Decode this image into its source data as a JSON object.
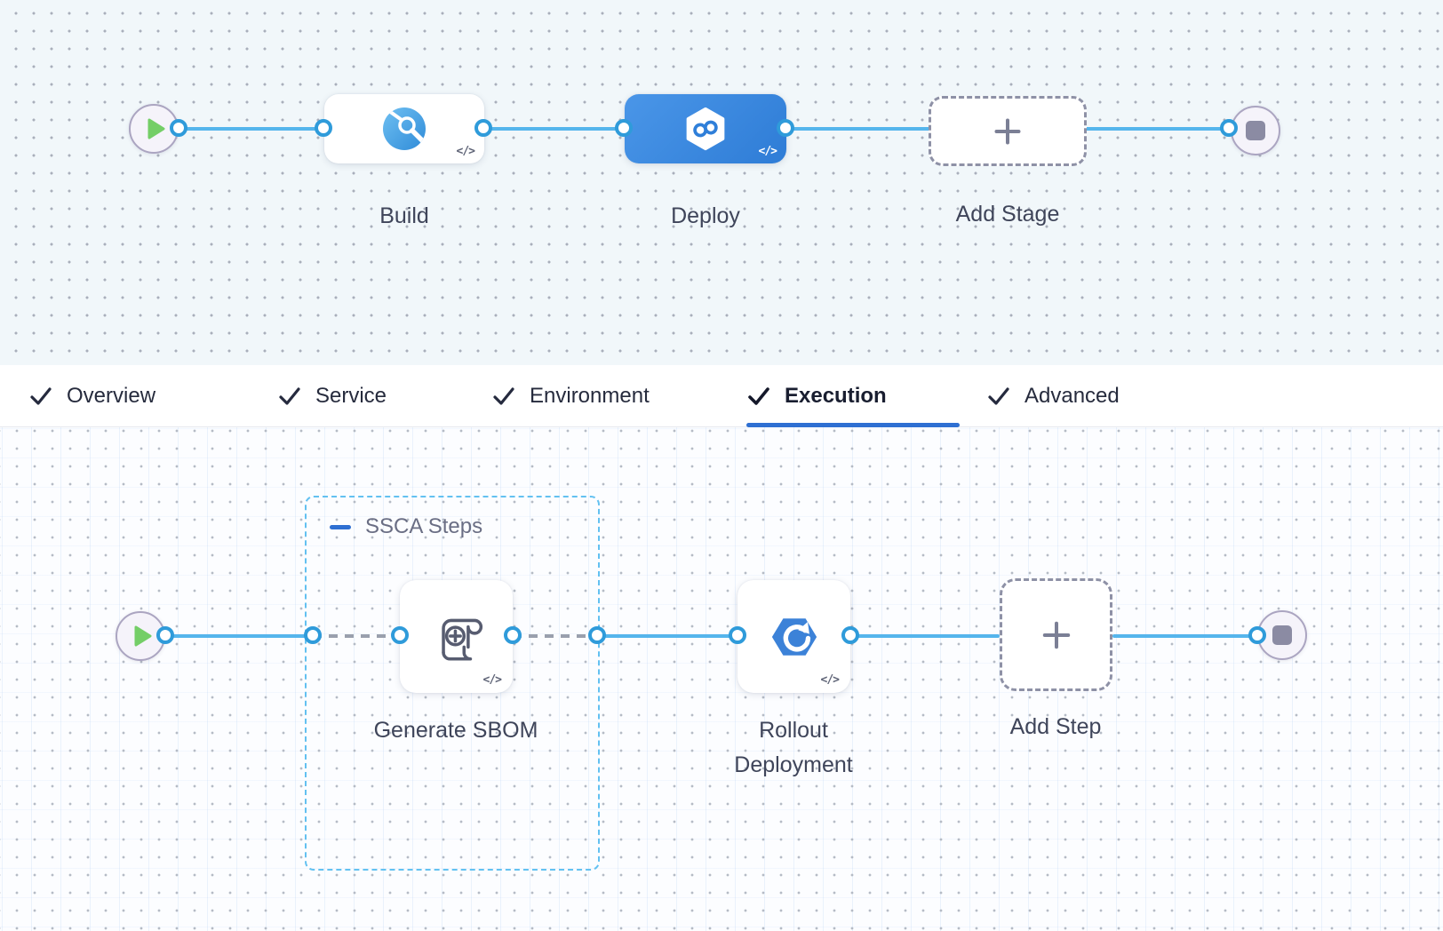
{
  "stage_pipeline": {
    "start_node": {
      "type": "play"
    },
    "stages": [
      {
        "label": "Build",
        "kind": "build",
        "selected": false
      },
      {
        "label": "Deploy",
        "kind": "deploy",
        "selected": true
      },
      {
        "label": "Add Stage",
        "kind": "add-stage"
      }
    ],
    "end_node": {
      "type": "stop"
    }
  },
  "stage_tabs": {
    "tabs": [
      {
        "label": "Overview",
        "checked": true,
        "active": false
      },
      {
        "label": "Service",
        "checked": true,
        "active": false
      },
      {
        "label": "Environment",
        "checked": true,
        "active": false
      },
      {
        "label": "Execution",
        "checked": true,
        "active": true
      },
      {
        "label": "Advanced",
        "checked": true,
        "active": false
      }
    ]
  },
  "execution_pipeline": {
    "start_node": {
      "type": "play"
    },
    "group": {
      "label": "SSCA Steps"
    },
    "steps": [
      {
        "label": "Generate SBOM",
        "kind": "sbom",
        "in_group": true
      },
      {
        "label": "Rollout Deployment",
        "kind": "rollout",
        "in_group": false
      },
      {
        "label": "Add Step",
        "kind": "add-step"
      }
    ],
    "end_node": {
      "type": "stop"
    }
  },
  "glyphs": {
    "code": "</>"
  },
  "colors": {
    "line_blue": "#55b5ec",
    "connector_ring": "#2f9bda",
    "accent_blue": "#2e6fd2",
    "selected_stage_gradient_start": "#4a96e8",
    "selected_stage_gradient_end": "#2e7cd6",
    "play_green": "#74ce67",
    "group_border_blue": "#63c1f1",
    "dashed_border_gray": "#8e91a6"
  }
}
